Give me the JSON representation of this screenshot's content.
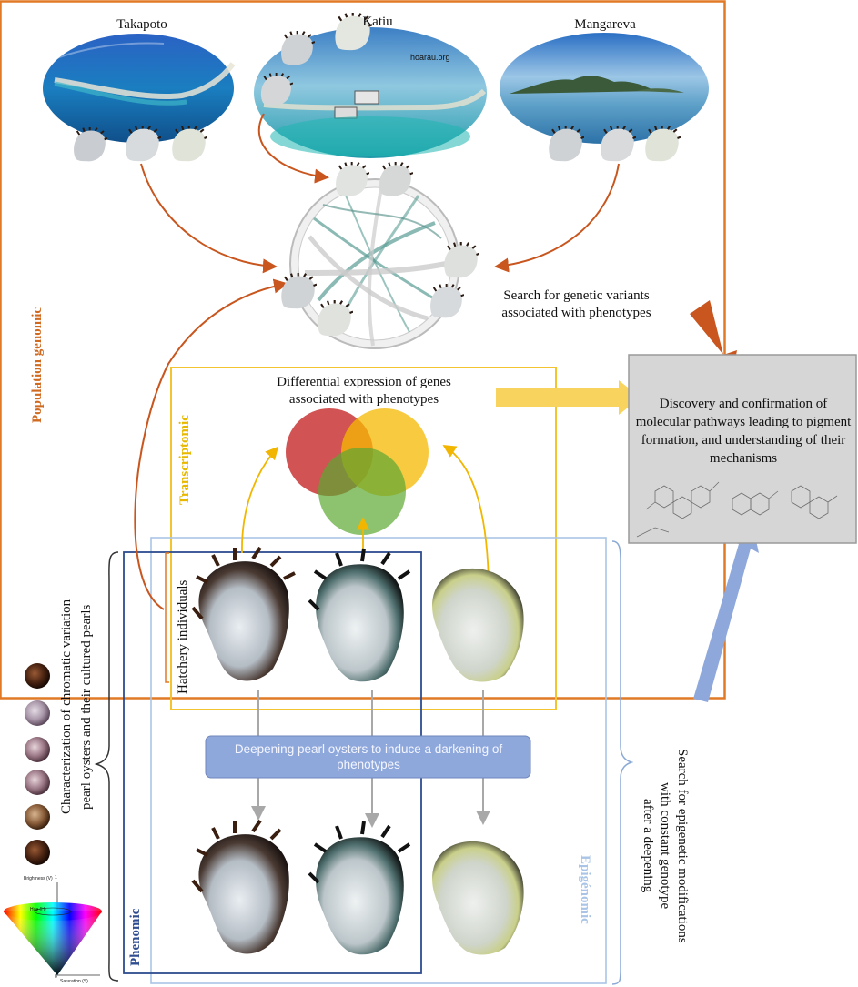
{
  "islands": {
    "takapoto": "Takapoto",
    "katiu": "Katiu",
    "mangareva": "Mangareva",
    "watermark": "hoarau.org"
  },
  "labels": {
    "population_genomic": "Population genomic",
    "transcriptomic": "Transcriptomic",
    "phenomic": "Phenomic",
    "epigenomic": "Epigénomic",
    "hatchery": "Hatchery individuals",
    "genetic_variants": "Search for genetic variants\nassociated with phenotypes",
    "differential_expression": "Differential expression of genes\nassociated with phenotypes",
    "discovery": "Discovery and confirmation of molecular pathways leading to pigment formation, and understanding of their mechanisms",
    "deepening": "Deepening pearl oysters to induce a darkening of phenotypes",
    "characterization": "Characterization of chromatic variation\npearl oysters and their cultured pearls",
    "epigenetic_search": "Search for epigenetic modifications\nwith constant genotype\nafter a deepening",
    "brightness_axis": "Brightness (V)",
    "saturation_axis": "Saturation (S)",
    "hue_axis": "Hue (H)",
    "axis_one": "1",
    "axis_zero": "0"
  },
  "colors": {
    "orange": "#E07A26",
    "yellow": "#F4C430",
    "navy": "#2E4C8F",
    "lightblue": "#A9C4E6",
    "venn_red": "#C62828",
    "venn_yellow": "#F6B800",
    "venn_green": "#5CA832",
    "deepening_fill": "#8FA8DC",
    "discovery_fill": "#D6D6D6"
  }
}
